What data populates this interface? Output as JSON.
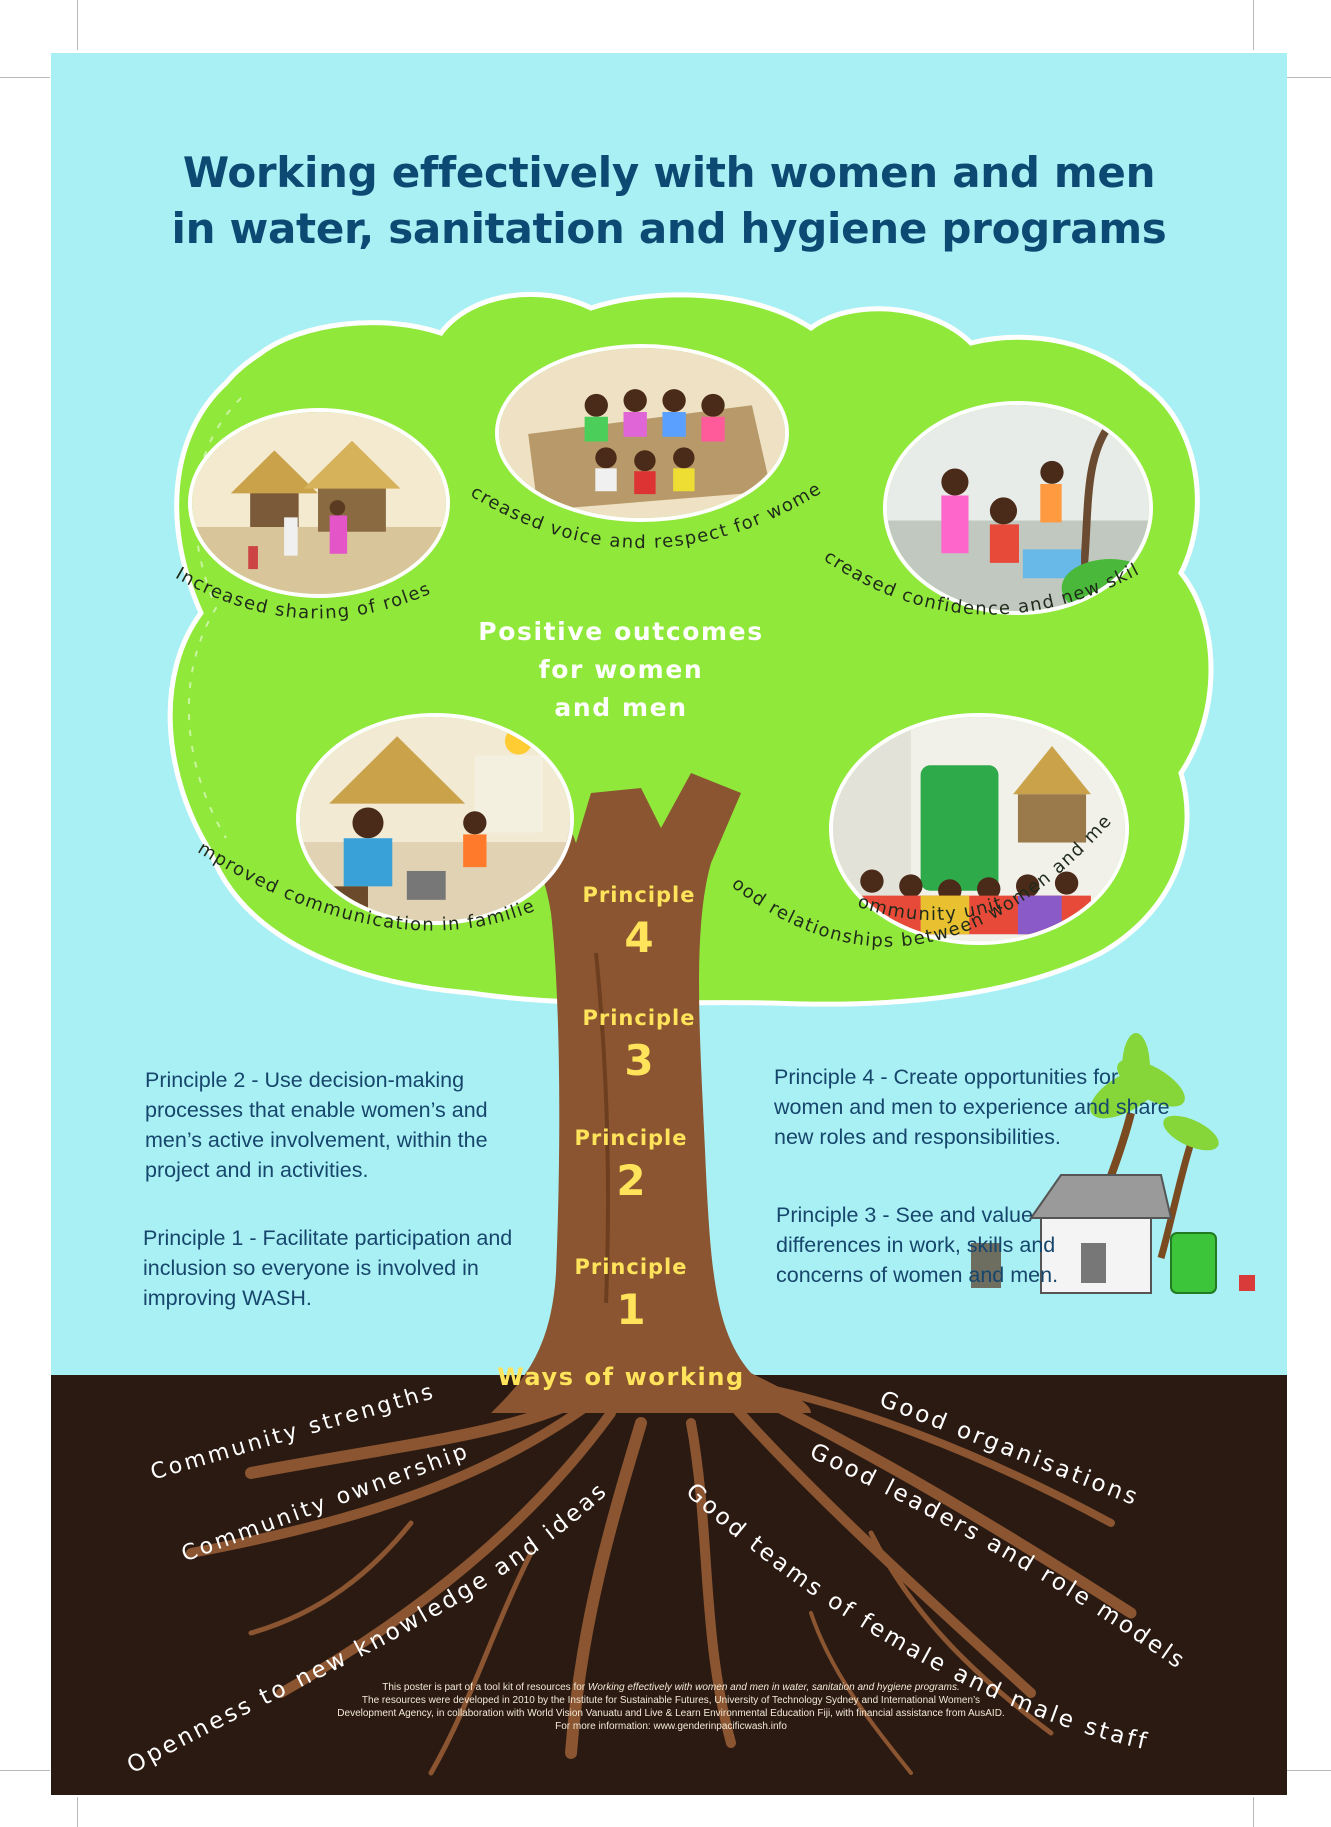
{
  "title": {
    "line1": "Working effectively with women and men",
    "line2": "in water, sanitation and hygiene programs"
  },
  "outcomes": {
    "heading_line1": "Positive outcomes",
    "heading_line2": "for women",
    "heading_line3": "and men",
    "roles": "Increased sharing of roles",
    "voice": "Increased voice and respect for women",
    "confidence": "Increased confidence and new skills",
    "communication": "Improved communication in families",
    "unity": "Community unity",
    "relationships": "Good relationships between women and men"
  },
  "trunk": {
    "principle_label": "Principle",
    "p4": "4",
    "p3": "3",
    "p2": "2",
    "p1": "1",
    "ways_of_working": "Ways of working"
  },
  "principles_text": {
    "p2": "Principle 2 - Use decision-making processes that enable women’s and men’s active involvement, within the project and in activities.",
    "p1": "Principle 1 - Facilitate participation and inclusion so everyone is involved in improving WASH.",
    "p4": "Principle 4 - Create opportunities for women and men to experience and share new roles and responsibilities.",
    "p3": "Principle 3 - See and value differences in work, skills and concerns of women and men."
  },
  "roots": {
    "strengths": "Community strengths",
    "ownership": "Community ownership",
    "openness": "Openness to new knowledge and ideas",
    "organisations": "Good organisations",
    "leaders": "Good leaders and role models",
    "teams": "Good teams of female and male staff"
  },
  "footer": {
    "line1_prefix": "This poster is part of a tool kit of resources for ",
    "line1_italic": "Working effectively with women and men in water, sanitation and hygiene programs.",
    "line2": "The resources were developed in 2010 by the Institute for Sustainable Futures, University of Technology Sydney and International Women’s",
    "line3": "Development Agency, in collaboration with World Vision Vanuatu and Live & Learn Environmental Education Fiji, with financial assistance from AusAID.",
    "line4": "For more information: www.genderinpacificwash.info"
  },
  "colors": {
    "sky": "#a9f0f4",
    "canopy": "#90e83a",
    "trunk": "#8a5530",
    "soil": "#2b1a12",
    "title": "#0d4a73",
    "principle": "#ffe35a"
  }
}
